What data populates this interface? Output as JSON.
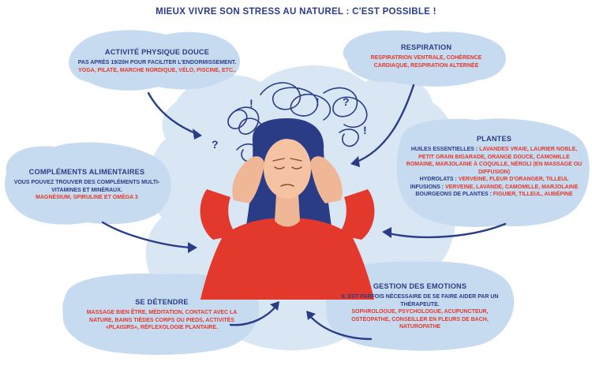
{
  "title": "MIEUX VIVRE SON STRESS AU NATUREL : C'EST POSSIBLE !",
  "colors": {
    "navy": "#2a3c86",
    "red": "#e3392d",
    "cloud": "#c6dbf0",
    "cloud_bg": "#d9e7f5"
  },
  "boxes": {
    "activite": {
      "heading": "ACTIVITÉ PHYSIQUE DOUCE",
      "desc": "PAS APRÈS 19/20H POUR FACILITER L'ENDORMISSEMENT.",
      "items": "YOGA, PILATE, MARCHE NORDIQUE, VÉLO, PISCINE, ETC.."
    },
    "respiration": {
      "heading": "RESPIRATION",
      "items": "RESPIRATRION VENTRALE, COHÉRENCE CARDIAQUE, RESPIRATION ALTERNÉE"
    },
    "complements": {
      "heading": "COMPLÉMENTS ALIMENTAIRES",
      "desc": "VOUS POUVEZ TROUVER DES COMPLÉMENTS MULTI-VITAMINES ET MINÉRAUX.",
      "items": "MAGNÉSIUM, SPIRULINE ET OMÉGA 3"
    },
    "plantes": {
      "heading": "PLANTES",
      "he_label": "HUILES ESSENTIELLES : ",
      "he_items": "LAVANDES VRAIE, LAURIER NOBLE, PETIT GRAIN BIGARADE, ORANGE DOUCE, CAMOMILLE ROMAINE, MARJOLAINE À COQUILLE, NÉROLI (EN MASSAGE OU DIFFUSION)",
      "hy_label": "HYDROLATS : ",
      "hy_items": "VERVEINE, FLEUR D'ORANGER, TILLEUL",
      "inf_label": "INFUSIONS : ",
      "inf_items": "VERVEINE, LAVANDE, CAMOMILLE, MARJOLAINE",
      "bg_label": "BOURGEONS DE PLANTES : ",
      "bg_items": "FIGUIER, TILLEUL, AUBÉPINE"
    },
    "detendre": {
      "heading": "SE DÉTENDRE",
      "items": "MASSAGE BIEN ÊTRE, MÉDITATION, CONTACT AVEC LA NATURE, BAINS TIÈDES CORPS OU PIEDS, ACTIVITÉS «PLAISIRS», RÉFLEXOLOGIE PLANTAIRE."
    },
    "gestion": {
      "heading": "GESTION DES EMOTIONS",
      "desc": "IL EST PARFOIS NÉCESSAIRE DE SE FAIRE AIDER PAR UN THÉRAPEUTE.",
      "items": "SOPHROLOGUE, PSYCHOLOGUE, ACUPUNCTEUR, OSTÉOPATHE, CONSEILLER EN FLEURS DE BACH, NATUROPATHE"
    }
  }
}
